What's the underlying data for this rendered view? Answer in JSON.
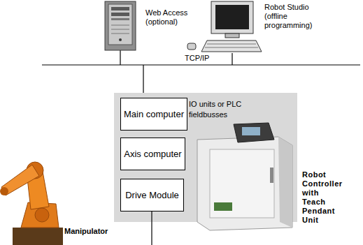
{
  "diagram": {
    "nodes": [
      {
        "text": [
          "Main computer"
        ]
      },
      {
        "text": [
          "Axis computer"
        ]
      },
      {
        "text": [
          "Drive Module"
        ]
      }
    ],
    "labels": [
      "Web Access (optional)",
      "Robot Studio (offline programming)",
      "TCP/IP",
      "IO units or PLC",
      "fieldbusses",
      "Robot Controller with Teach Pendant Unit",
      "Manipulator"
    ]
  }
}
